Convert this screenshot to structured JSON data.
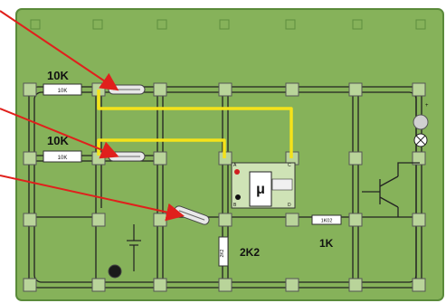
{
  "labels": {
    "top_resistor_value": "10K",
    "top_resistor_chip": "10K",
    "mid_resistor_value": "10K",
    "mid_resistor_chip": "10K",
    "r_2k2_value": "2K2",
    "r_2k2_chip": "2K2",
    "r_1k_value": "1K",
    "r_1k_chip": "1K02",
    "chip_mu": "μ",
    "pin_a": "A",
    "pin_b": "B",
    "pin_c": "C",
    "pin_d": "D",
    "lamp_plus": "+"
  },
  "colors": {
    "board": "#86b25a",
    "board_edge": "#5a8a3a",
    "track": "#222222",
    "jumper_wire": "#f4e21a",
    "arrow": "#e0201c",
    "chip_body": "#ffffff"
  },
  "icons": {
    "pcb_mark": "pcb-corner-icon",
    "switch": "reed-switch-icon",
    "transistor": "transistor-icon",
    "lamp": "lamp-icon",
    "battery": "battery-icon"
  }
}
